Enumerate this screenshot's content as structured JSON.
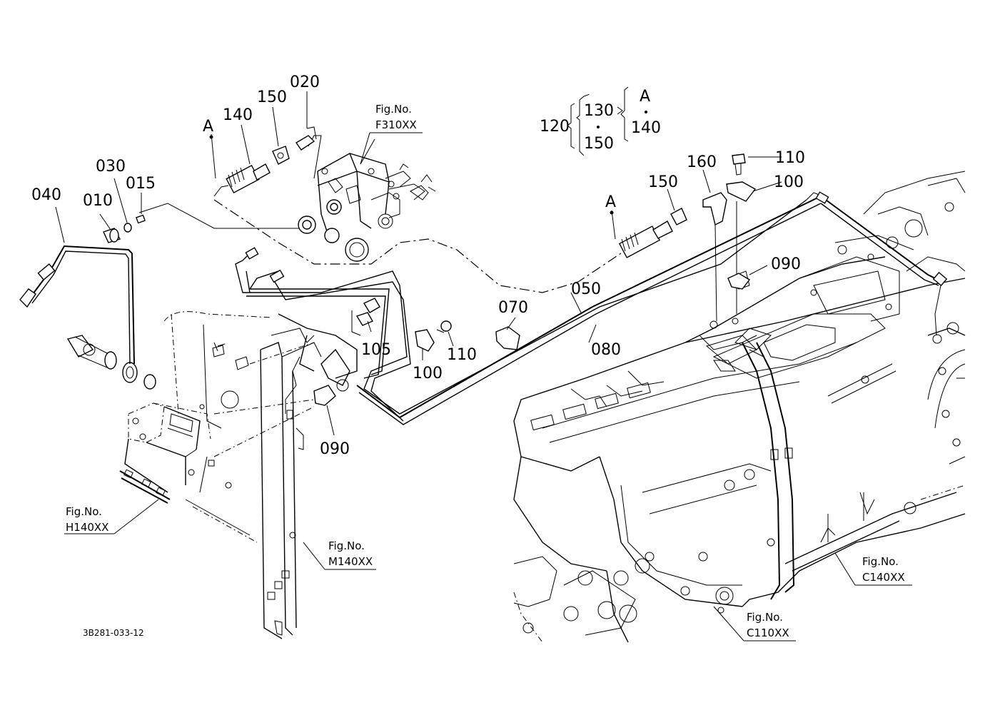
{
  "part_labels": {
    "p010": "010",
    "p015": "015",
    "p020": "020",
    "p030": "030",
    "p040": "040",
    "p050": "050",
    "p070": "070",
    "p080": "080",
    "p090a": "090",
    "p090b": "090",
    "p100a": "100",
    "p100b": "100",
    "p105": "105",
    "p110a": "110",
    "p110b": "110",
    "p120": "120",
    "p130": "130",
    "p140a": "140",
    "p140b": "140",
    "p150a": "150",
    "p150b": "150",
    "p150c": "150",
    "p160": "160",
    "ref_a1": "A",
    "ref_a2": "A",
    "ref_a3": "A"
  },
  "figure_refs": {
    "fig_caption": "Fig.No.",
    "f310": "F310XX",
    "h140": "H140XX",
    "m140": "M140XX",
    "c140": "C140XX",
    "c110": "C110XX"
  },
  "drawing_code": "3B281-033-12"
}
